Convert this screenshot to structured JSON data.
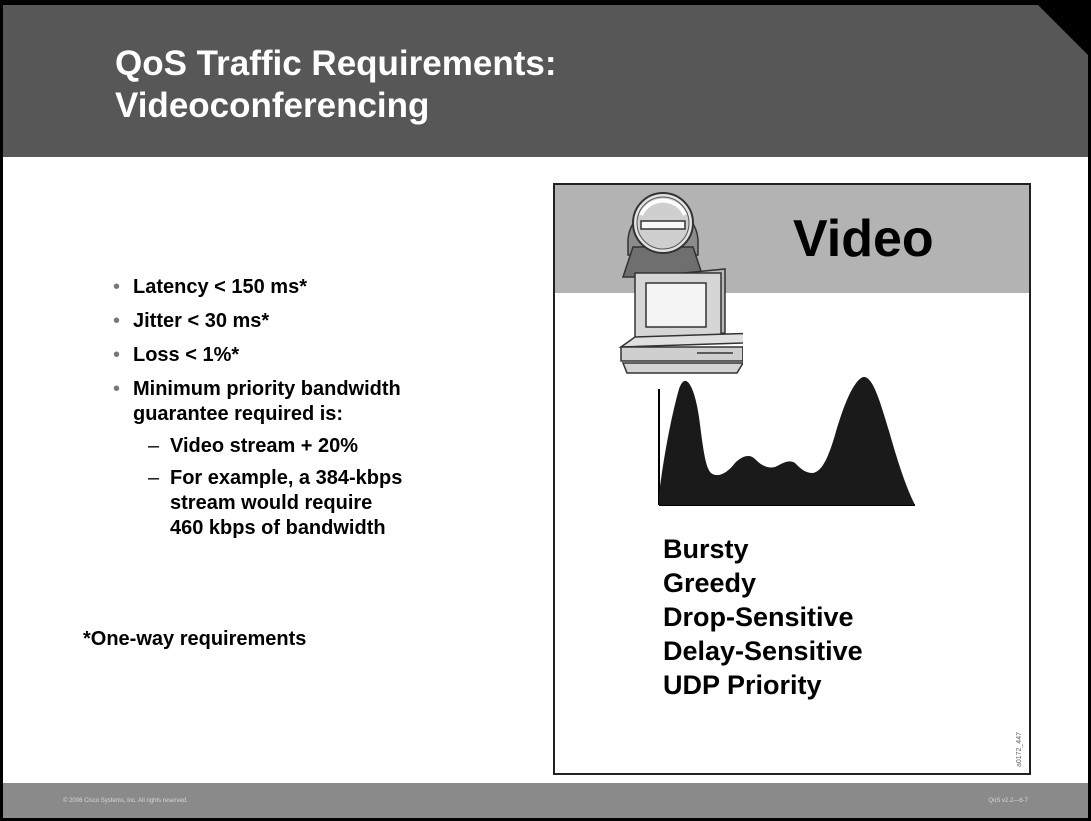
{
  "slide": {
    "title_line1": "QoS Traffic Requirements:",
    "title_line2": "Videoconferencing"
  },
  "bullets": [
    {
      "text": "Latency < 150 ms*"
    },
    {
      "text": "Jitter < 30 ms*"
    },
    {
      "text": "Loss < 1%*"
    },
    {
      "text_line1": "Minimum priority bandwidth",
      "text_line2": "guarantee required is:"
    }
  ],
  "subbullets": [
    {
      "text": "Video stream + 20%"
    },
    {
      "line1": "For example, a 384-kbps",
      "line2": "stream would require",
      "line3": "460 kbps of bandwidth"
    }
  ],
  "bullet_marker": "•",
  "dash_marker": "–",
  "note": "*One-way requirements",
  "video_panel": {
    "title": "Video",
    "traits": [
      "Bursty",
      "Greedy",
      "Drop-Sensitive",
      "Delay-Sensitive",
      "UDP Priority"
    ],
    "figure_code": "a0172_447"
  },
  "footer": {
    "left": "© 2006 Cisco Systems, Inc. All rights reserved.",
    "right": "QoS v2.2—6-7"
  },
  "colors": {
    "header": "#575757",
    "video_band": "#b3b3b3",
    "footer": "#8a8a8a"
  }
}
